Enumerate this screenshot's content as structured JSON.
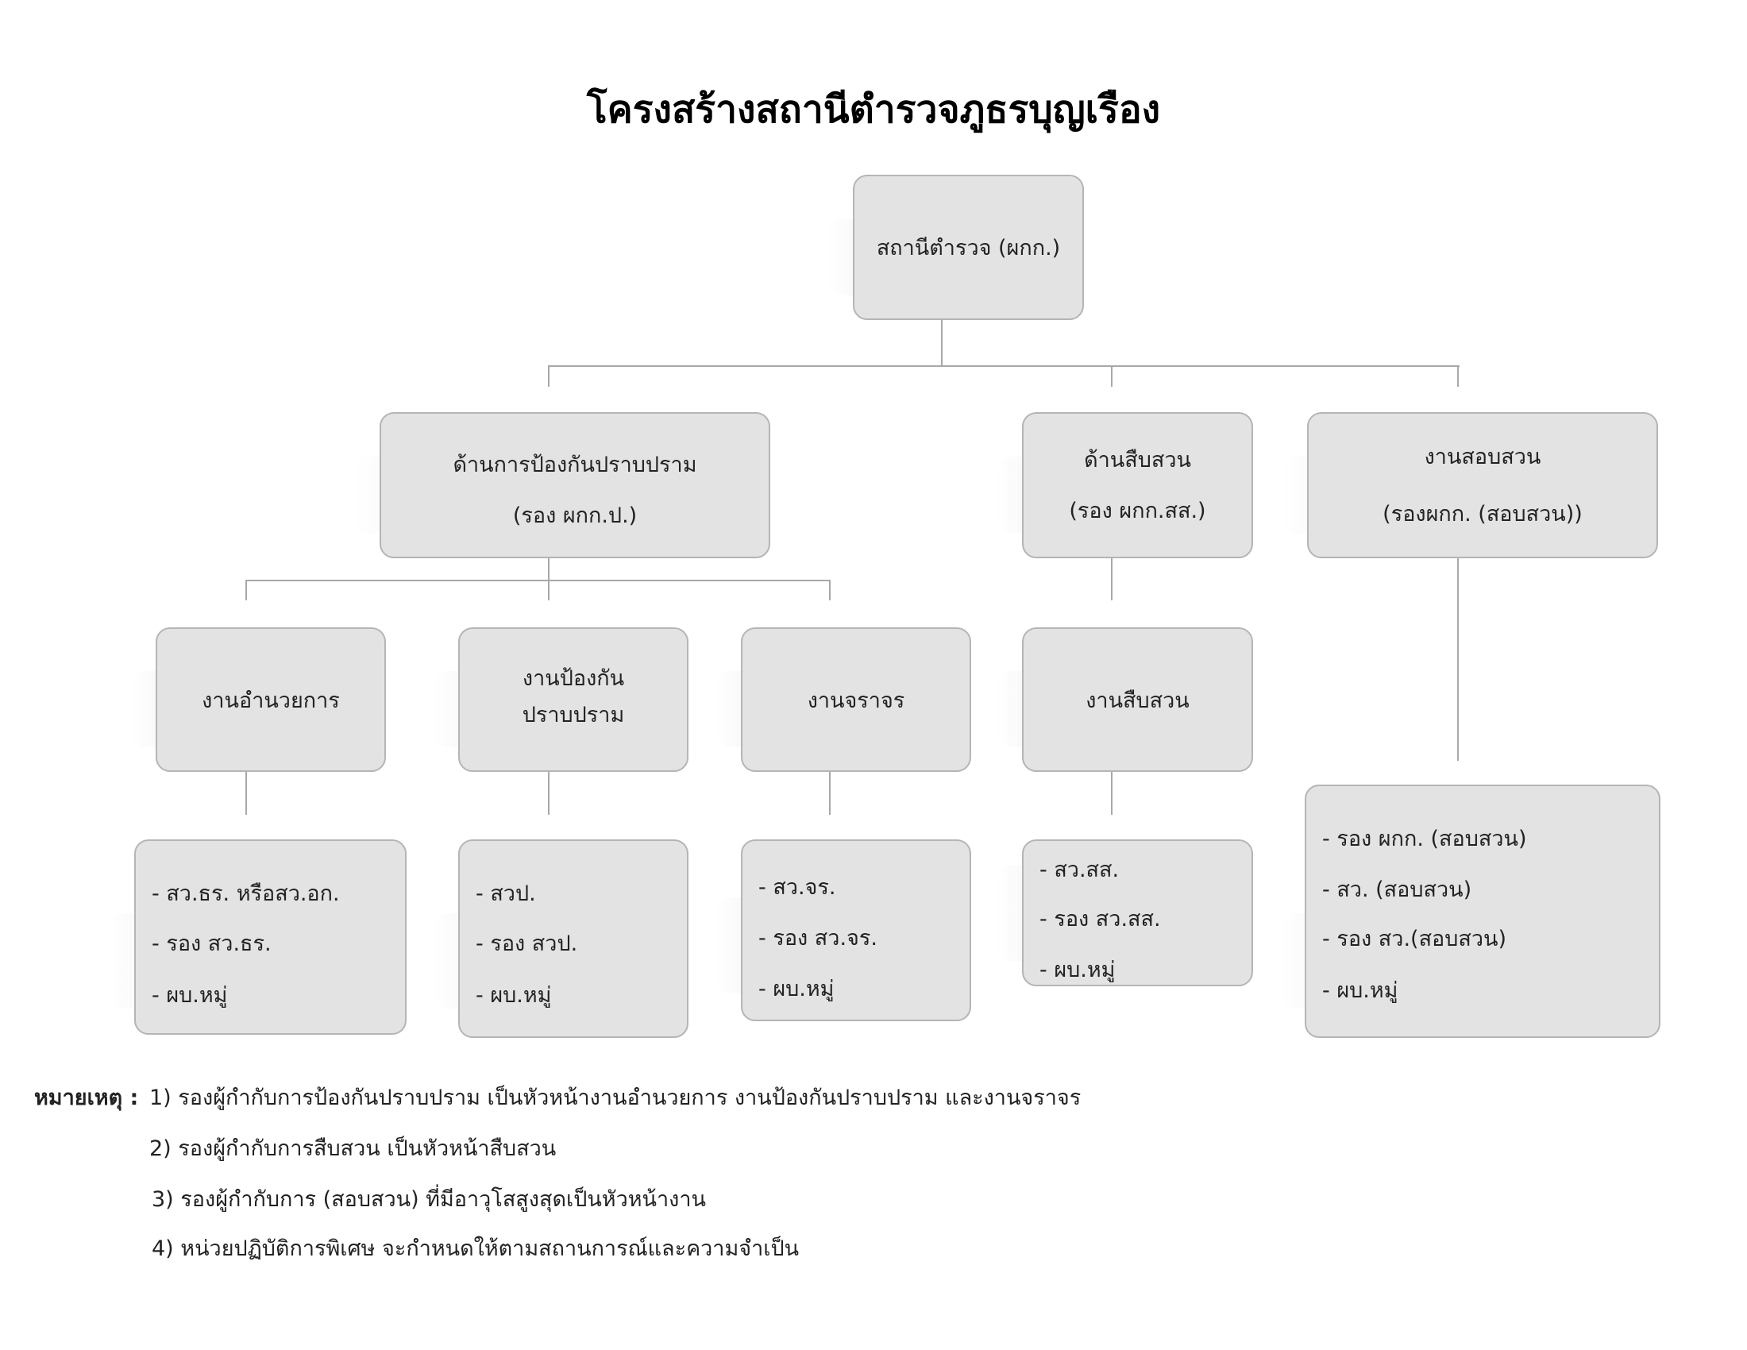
{
  "title": "โครงสร้างสถานีตำรวจภูธรบุญเรือง",
  "root": {
    "lines": [
      "สถานีตำรวจ (ผกก.)"
    ]
  },
  "level2": [
    {
      "lines": [
        "ด้านการป้องกันปราบปราม",
        "(รอง ผกก.ป.)"
      ]
    },
    {
      "lines": [
        "ด้านสืบสวน",
        "(รอง ผกก.สส.)"
      ]
    },
    {
      "lines": [
        "งานสอบสวน",
        "(รองผกก. (สอบสวน))"
      ]
    }
  ],
  "level3": [
    {
      "lines": [
        "งานอำนวยการ"
      ]
    },
    {
      "lines": [
        "งานป้องกัน",
        "ปราบปราม"
      ]
    },
    {
      "lines": [
        "งานจราจร"
      ]
    },
    {
      "lines": [
        "งานสืบสวน"
      ]
    }
  ],
  "level4": [
    {
      "lines": [
        "- สว.ธร. หรือสว.อก.",
        "- รอง สว.ธร.",
        "- ผบ.หมู่"
      ]
    },
    {
      "lines": [
        "- สวป.",
        "- รอง สวป.",
        "- ผบ.หมู่"
      ]
    },
    {
      "lines": [
        "- สว.จร.",
        "- รอง สว.จร.",
        "- ผบ.หมู่"
      ]
    },
    {
      "lines": [
        "- สว.สส.",
        "- รอง สว.สส.",
        "- ผบ.หมู่"
      ]
    },
    {
      "lines": [
        "- รอง ผกก. (สอบสวน)",
        "- สว. (สอบสวน)",
        "- รอง สว.(สอบสวน)",
        "- ผบ.หมู่"
      ]
    }
  ],
  "notes": {
    "label": "หมายเหตุ :",
    "items": [
      "1) รองผู้กำกับการป้องกันปราบปราม เป็นหัวหน้างานอำนวยการ งานป้องกันปราบปราม และงานจราจร",
      "2) รองผู้กำกับการสืบสวน เป็นหัวหน้าสืบสวน",
      "3) รองผู้กำกับการ (สอบสวน) ที่มีอาวุโสสูงสุดเป็นหัวหน้างาน",
      "4) หน่วยปฏิบัติการพิเศษ จะกำหนดให้ตามสถานการณ์และความจำเป็น"
    ]
  }
}
